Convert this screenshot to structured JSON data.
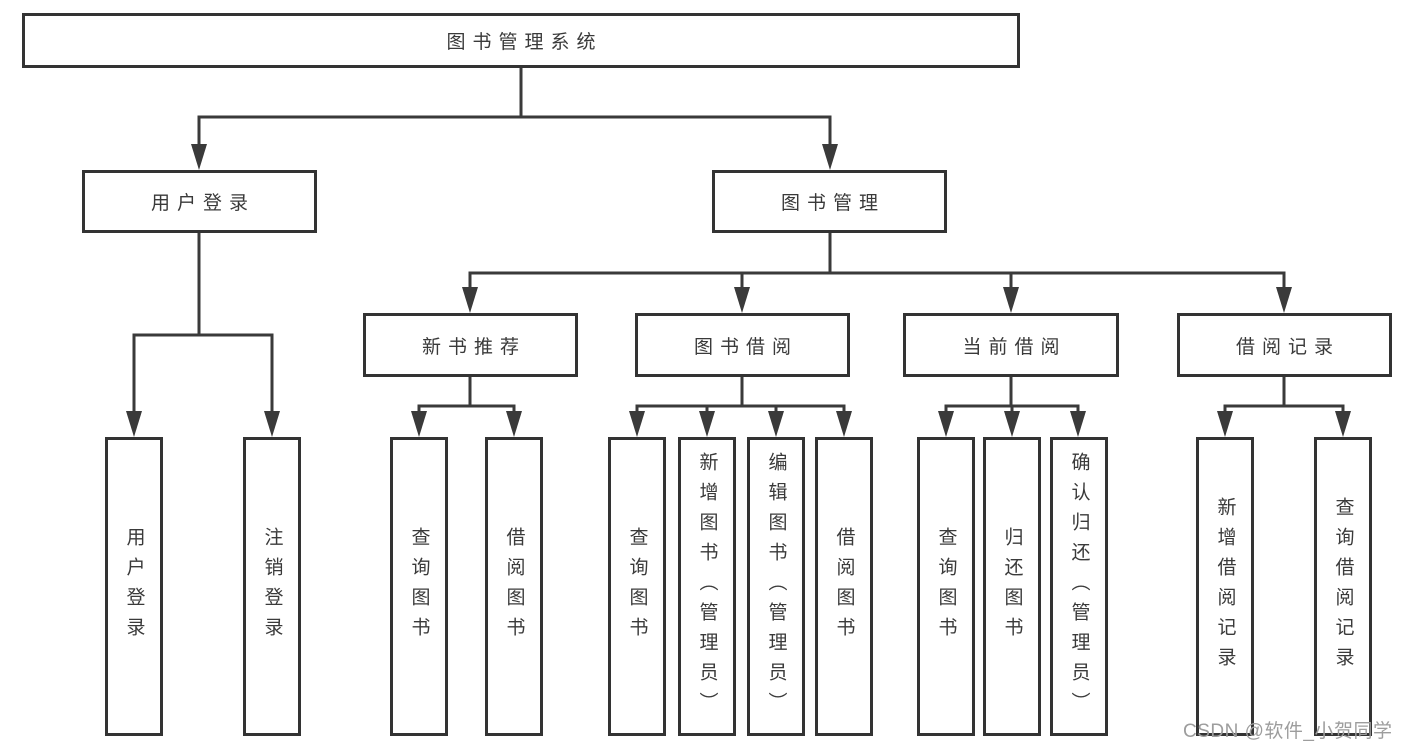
{
  "tree": {
    "root": {
      "label": "图书管理系统"
    },
    "level1": [
      {
        "label": "用户登录",
        "leaves": [
          "用户登录",
          "注销登录"
        ]
      },
      {
        "label": "图书管理",
        "sections": [
          {
            "label": "新书推荐",
            "leaves": [
              "查询图书",
              "借阅图书"
            ]
          },
          {
            "label": "图书借阅",
            "leaves": [
              "查询图书",
              "新增图书（管理员）",
              "编辑图书（管理员）",
              "借阅图书"
            ]
          },
          {
            "label": "当前借阅",
            "leaves": [
              "查询图书",
              "归还图书",
              "确认归还（管理员）"
            ]
          },
          {
            "label": "借阅记录",
            "leaves": [
              "新增借阅记录",
              "查询借阅记录"
            ]
          }
        ]
      }
    ]
  },
  "watermark": {
    "text": "CSDN @软件_小贺同学"
  },
  "colors": {
    "line": "#3a3a3a",
    "box_border": "#333333",
    "text": "#3a3a3a",
    "watermark": "#9d9d9d",
    "background": "#ffffff"
  }
}
